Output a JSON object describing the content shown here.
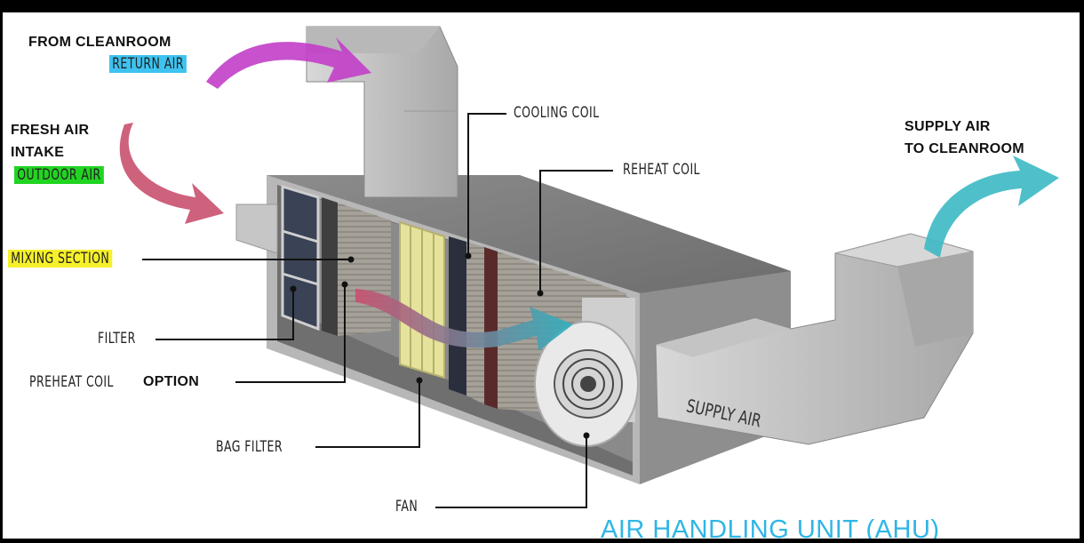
{
  "labels": {
    "from_cleanroom": "FROM CLEANROOM",
    "return_air": "RETURN AIR",
    "fresh_air_intake_line1": "FRESH AIR",
    "fresh_air_intake_line2": "INTAKE",
    "outdoor_air": "OUTDOOR AIR",
    "mixing_section": "MIXING SECTION",
    "filter": "FILTER",
    "preheat_coil": "PREHEAT COIL",
    "option": "OPTION",
    "bag_filter": "BAG FILTER",
    "fan": "FAN",
    "cooling_coil": "COOLING COIL",
    "reheat_coil": "REHEAT COIL",
    "supply_air_to_cleanroom_line1": "SUPPLY AIR",
    "supply_air_to_cleanroom_line2": "TO CLEANROOM",
    "supply_air_duct": "SUPPLY AIR"
  },
  "title": "AIR HANDLING UNIT (AHU)",
  "colors": {
    "return_air_arrow": "#c23ec8",
    "fresh_air_arrow": "#c9506e",
    "supply_air_arrow": "#3cb9c4",
    "internal_flow_arrow": "#3aa8b8",
    "return_highlight": "#3ec3f0",
    "outdoor_highlight": "#22d422",
    "mixing_highlight": "#f6f02a",
    "title_color": "#2fb6e6"
  }
}
